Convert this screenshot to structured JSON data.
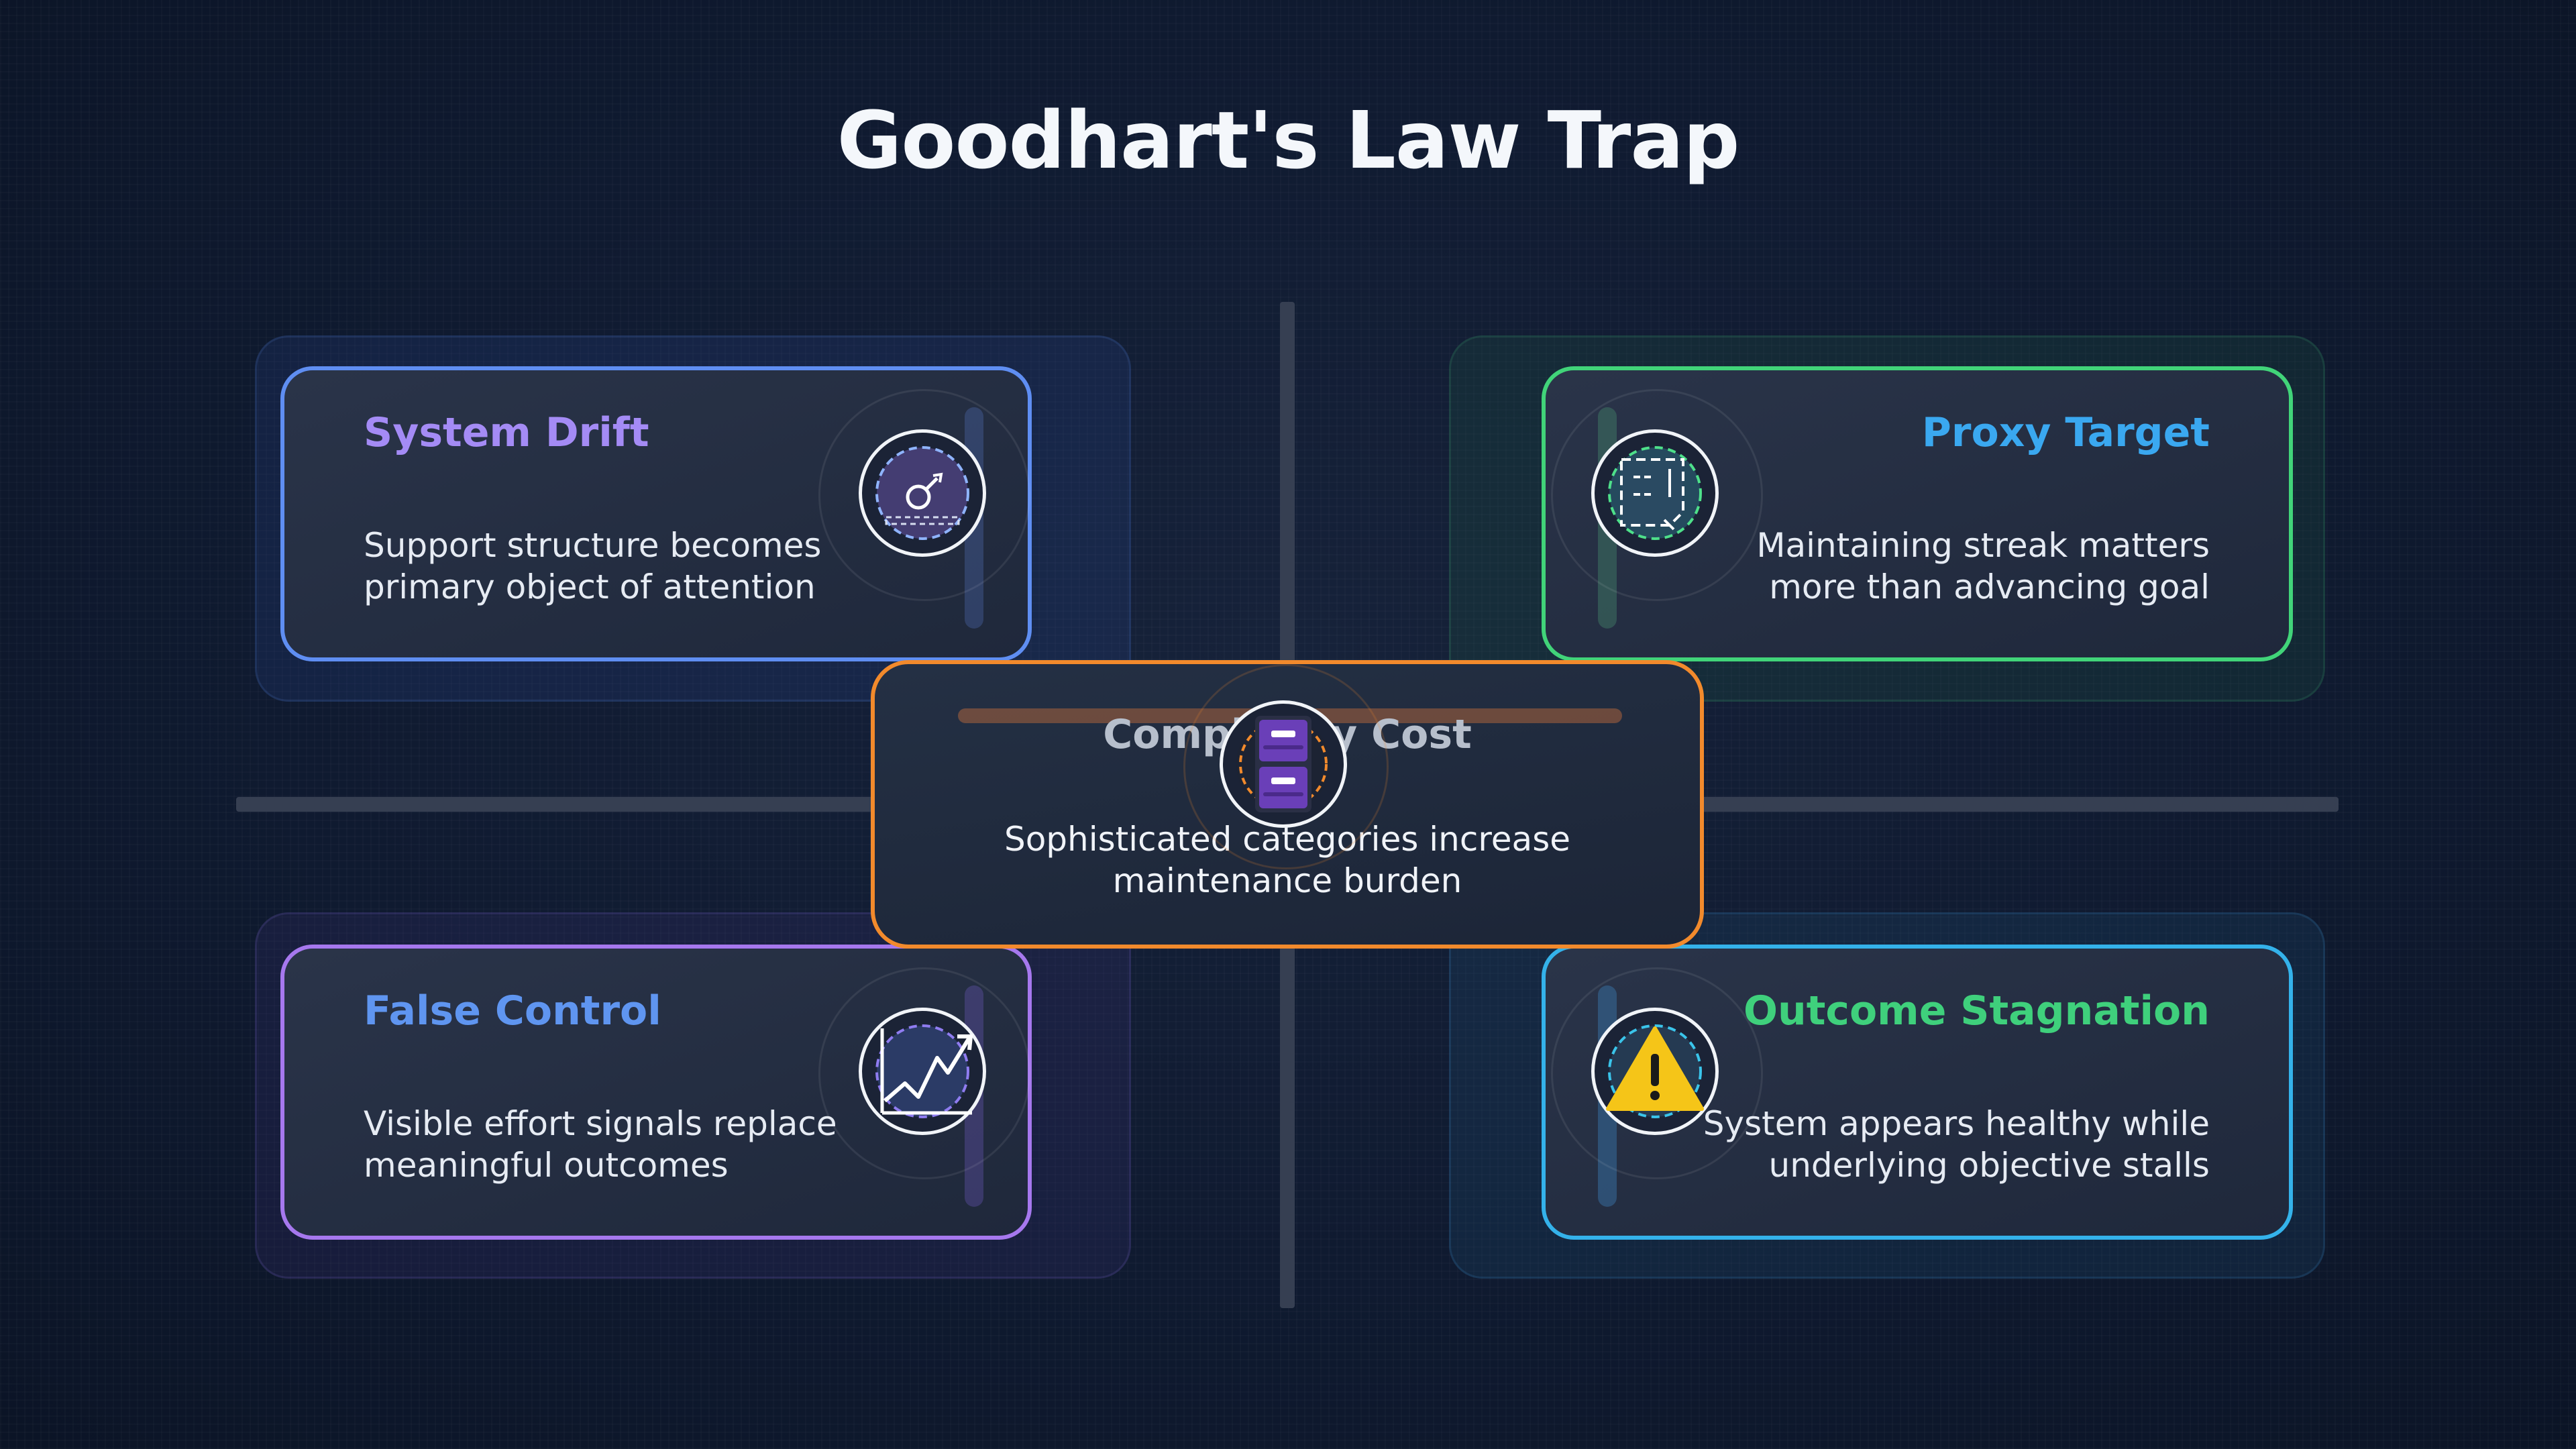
{
  "title": "Goodhart's Law Trap",
  "cards": {
    "system_drift": {
      "heading": "System Drift",
      "lines": [
        "Support structure becomes",
        "primary object of attention"
      ],
      "color": "#a48bf5",
      "border": "#5f8ef2",
      "icon": "target-icon"
    },
    "proxy_target": {
      "heading": "Proxy Target",
      "lines": [
        "Maintaining streak matters",
        "more than advancing goal"
      ],
      "color": "#3aa8f0",
      "border": "#41d479",
      "icon": "document-icon"
    },
    "false_control": {
      "heading": "False Control",
      "lines": [
        "Visible effort signals replace",
        "meaningful outcomes"
      ],
      "color": "#5f95f0",
      "border": "#a678ee",
      "icon": "trend-chart-icon"
    },
    "outcome_stagnation": {
      "heading": "Outcome Stagnation",
      "lines": [
        "System appears healthy while",
        "underlying objective stalls"
      ],
      "color": "#3fd07c",
      "border": "#34b2ea",
      "icon": "warning-icon"
    },
    "complexity_cost": {
      "heading": "Complexity Cost",
      "lines": [
        "Sophisticated categories increase",
        "maintenance burden"
      ],
      "border": "#f28a2c",
      "icon": "filing-cabinet-icon"
    }
  }
}
